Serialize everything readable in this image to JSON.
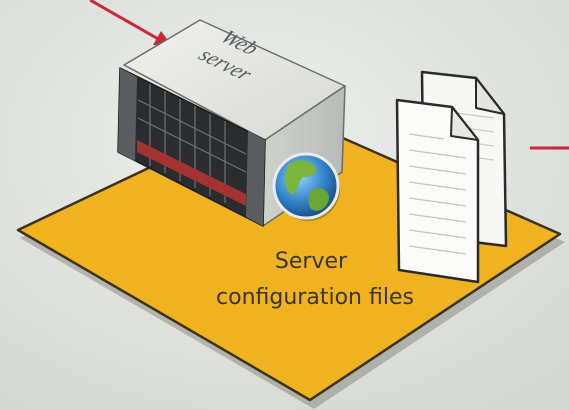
{
  "server": {
    "label_line1": "Web",
    "label_line2": "server"
  },
  "platform": {
    "label_line1": "Server",
    "label_line2": "configuration files"
  },
  "colors": {
    "platform_fill": "#f0b21e",
    "arrow": "#c8283a",
    "background": "#e6e7e4",
    "server_body": "#e6e7e3",
    "server_front": "#2a2c2e",
    "server_stripe": "#a33230"
  },
  "icons": {
    "globe": "globe-icon",
    "document": "document-icon"
  }
}
